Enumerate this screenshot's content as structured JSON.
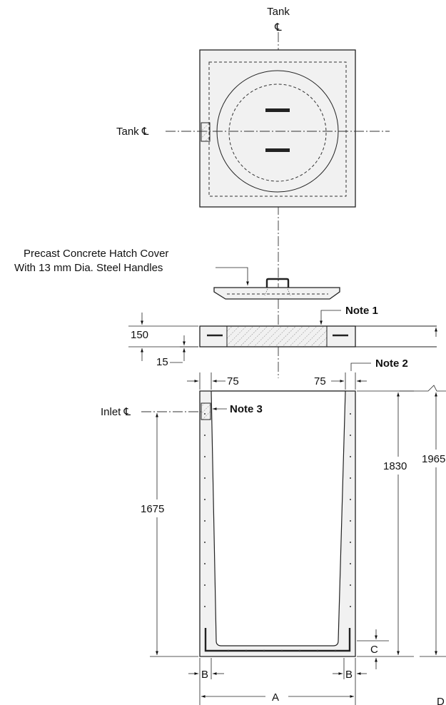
{
  "labels": {
    "tank_cl_top_word": "Tank",
    "cl_symbol": "℄",
    "tank_cl_side": "Tank ℄",
    "inlet_cl": "Inlet ℄",
    "hatch_cover_line1": "Precast Concrete Hatch Cover",
    "hatch_cover_line2": "With 13 mm Dia. Steel Handles",
    "note1": "Note 1",
    "note2": "Note 2",
    "note3": "Note 3"
  },
  "dimensions": {
    "slab_thickness": "150",
    "slab_lip": "15",
    "wall_top_left": "75",
    "wall_top_right": "75",
    "inlet_height": "1675",
    "inner_depth": "1830",
    "overall_height": "1965",
    "base_thickness": "C",
    "wall_base_left": "B",
    "wall_base_right": "B",
    "overall_width": "A",
    "cut_letter": "D"
  },
  "colors": {
    "line": "#222222",
    "concrete_fill": "#f1f1f1",
    "background": "#ffffff"
  }
}
